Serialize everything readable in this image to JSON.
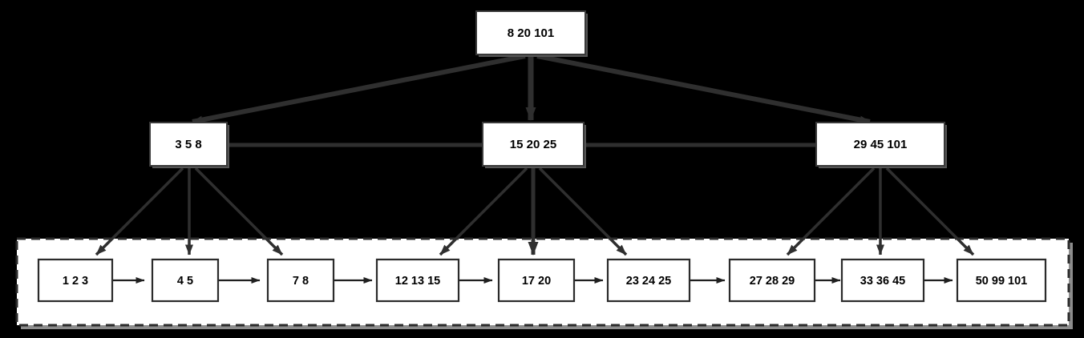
{
  "diagram": {
    "type": "b-plus-tree",
    "title": "",
    "background_color": "#000000",
    "node_fill": "#ffffff",
    "node_stroke": "#3a3a3a",
    "edge_color": "#2f2f2f",
    "leaf_container_fill": "#ffffff",
    "leaf_container_stroke": "#2b2b2b"
  },
  "root": {
    "label": "8 20 101"
  },
  "internal": [
    {
      "label": "3 5 8"
    },
    {
      "label": "15 20 25"
    },
    {
      "label": "29 45 101"
    }
  ],
  "leaves": [
    {
      "label": "1 2 3"
    },
    {
      "label": "4 5"
    },
    {
      "label": "7 8"
    },
    {
      "label": "12 13 15"
    },
    {
      "label": "17 20"
    },
    {
      "label": "23 24 25"
    },
    {
      "label": "27 28 29"
    },
    {
      "label": "33 36 45"
    },
    {
      "label": "50 99 101"
    }
  ]
}
